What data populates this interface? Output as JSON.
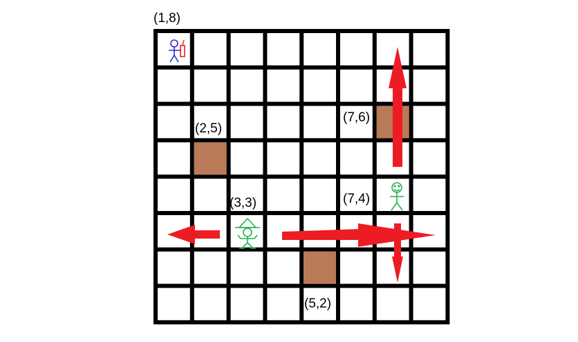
{
  "grid": {
    "cols": 8,
    "rows": 8,
    "line_color": "#000000",
    "cell_color": "#ffffff"
  },
  "obstacles": [
    {
      "col": 2,
      "row": 5,
      "label": "(2,5)"
    },
    {
      "col": 7,
      "row": 6,
      "label": "(7,6)"
    },
    {
      "col": 5,
      "row": 2,
      "label": "(5,2)"
    }
  ],
  "obstacle_color": "#b97a57",
  "characters": [
    {
      "id": "player-blue",
      "col": 1,
      "row": 8,
      "label": "(1,8)",
      "color": "#2b2bd6",
      "icon": "stick-figure-with-dynamite"
    },
    {
      "id": "wizard-green",
      "col": 3,
      "row": 3,
      "label": "(3,3)",
      "color": "#22b14c",
      "icon": "wizard-hat-figure"
    },
    {
      "id": "person-green",
      "col": 7,
      "row": 4,
      "label": "(7,4)",
      "color": "#22b14c",
      "icon": "stick-figure"
    }
  ],
  "arrow_color": "#ed1c24",
  "arrows": [
    {
      "name": "left-arrow",
      "direction": "left"
    },
    {
      "name": "right-arrow",
      "direction": "right"
    },
    {
      "name": "up-arrow",
      "direction": "up"
    },
    {
      "name": "down-arrow",
      "direction": "down"
    }
  ]
}
